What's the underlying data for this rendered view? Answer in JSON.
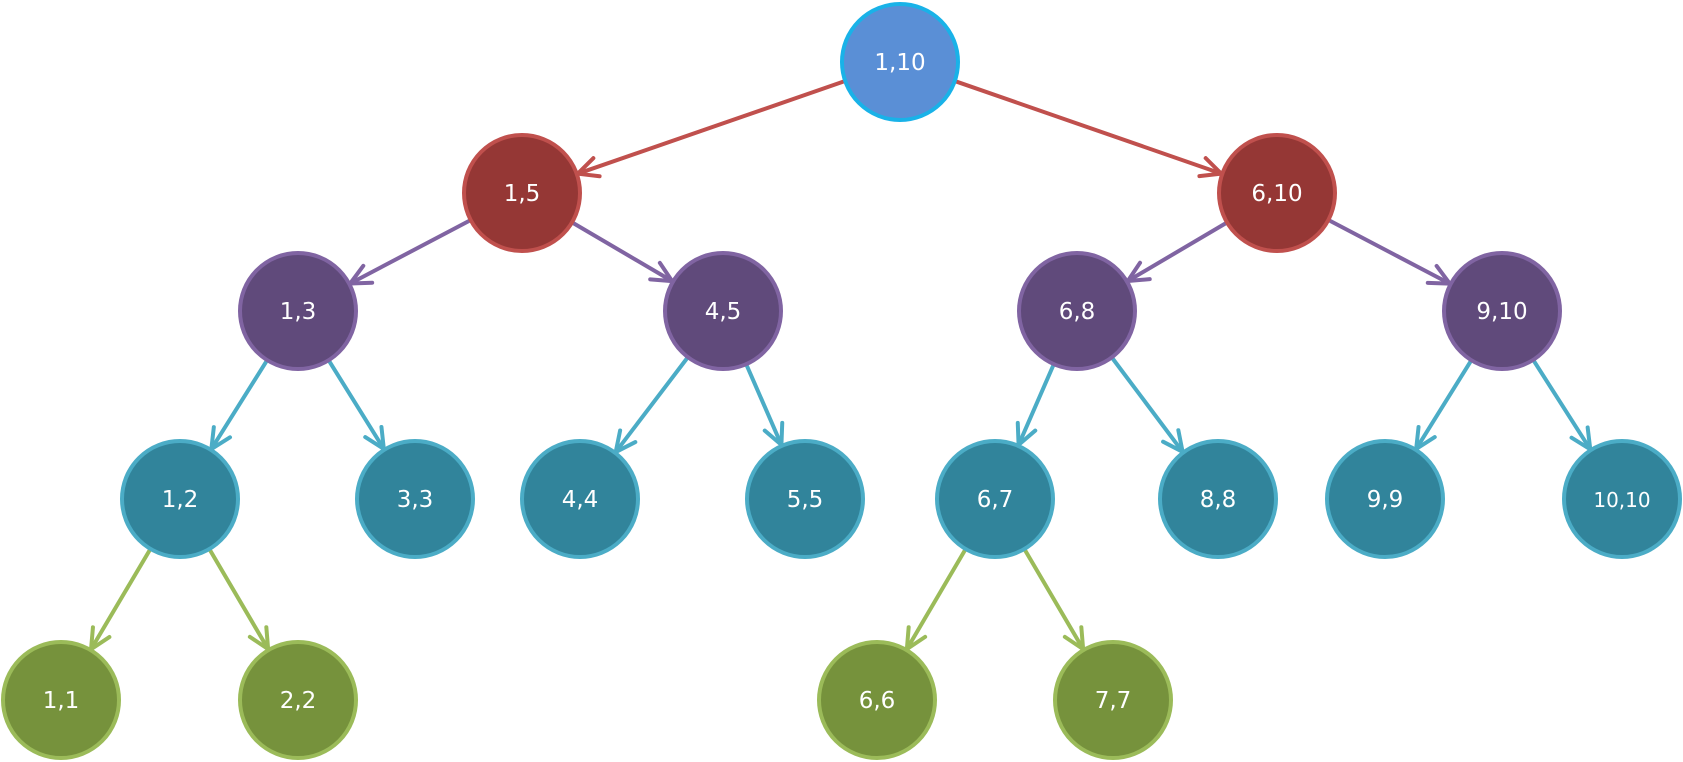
{
  "palette": {
    "root": {
      "fill": "#5a8fd6",
      "stroke": "#19b2e8"
    },
    "level1": {
      "fill": "#953735",
      "stroke": "#c0504d"
    },
    "level2": {
      "fill": "#604a7b",
      "stroke": "#8064a2"
    },
    "level3": {
      "fill": "#31849b",
      "stroke": "#4bacc6"
    },
    "level4": {
      "fill": "#76923c",
      "stroke": "#9bbb59"
    },
    "edge1": "#c0504d",
    "edge2": "#8064a2",
    "edge3": "#4bacc6",
    "edge4": "#9bbb59"
  },
  "nodes": [
    {
      "id": "n1_10",
      "label": "1,10",
      "level": "root"
    },
    {
      "id": "n1_5",
      "label": "1,5",
      "level": "level1"
    },
    {
      "id": "n6_10",
      "label": "6,10",
      "level": "level1"
    },
    {
      "id": "n1_3",
      "label": "1,3",
      "level": "level2"
    },
    {
      "id": "n4_5",
      "label": "4,5",
      "level": "level2"
    },
    {
      "id": "n6_8",
      "label": "6,8",
      "level": "level2"
    },
    {
      "id": "n9_10",
      "label": "9,10",
      "level": "level2"
    },
    {
      "id": "n1_2",
      "label": "1,2",
      "level": "level3"
    },
    {
      "id": "n3_3",
      "label": "3,3",
      "level": "level3"
    },
    {
      "id": "n4_4",
      "label": "4,4",
      "level": "level3"
    },
    {
      "id": "n5_5",
      "label": "5,5",
      "level": "level3"
    },
    {
      "id": "n6_7",
      "label": "6,7",
      "level": "level3"
    },
    {
      "id": "n8_8",
      "label": "8,8",
      "level": "level3"
    },
    {
      "id": "n9_9",
      "label": "9,9",
      "level": "level3"
    },
    {
      "id": "n10_10",
      "label": "10,10",
      "level": "level3"
    },
    {
      "id": "n1_1",
      "label": "1,1",
      "level": "level4"
    },
    {
      "id": "n2_2",
      "label": "2,2",
      "level": "level4"
    },
    {
      "id": "n6_6",
      "label": "6,6",
      "level": "level4"
    },
    {
      "id": "n7_7",
      "label": "7,7",
      "level": "level4"
    }
  ],
  "edges": [
    {
      "from": "n1_10",
      "to": "n1_5",
      "color": "edge1"
    },
    {
      "from": "n1_10",
      "to": "n6_10",
      "color": "edge1"
    },
    {
      "from": "n1_5",
      "to": "n1_3",
      "color": "edge2"
    },
    {
      "from": "n1_5",
      "to": "n4_5",
      "color": "edge2"
    },
    {
      "from": "n6_10",
      "to": "n6_8",
      "color": "edge2"
    },
    {
      "from": "n6_10",
      "to": "n9_10",
      "color": "edge2"
    },
    {
      "from": "n1_3",
      "to": "n1_2",
      "color": "edge3"
    },
    {
      "from": "n1_3",
      "to": "n3_3",
      "color": "edge3"
    },
    {
      "from": "n4_5",
      "to": "n4_4",
      "color": "edge3"
    },
    {
      "from": "n4_5",
      "to": "n5_5",
      "color": "edge3"
    },
    {
      "from": "n6_8",
      "to": "n6_7",
      "color": "edge3"
    },
    {
      "from": "n6_8",
      "to": "n8_8",
      "color": "edge3"
    },
    {
      "from": "n9_10",
      "to": "n9_9",
      "color": "edge3"
    },
    {
      "from": "n9_10",
      "to": "n10_10",
      "color": "edge3"
    },
    {
      "from": "n1_2",
      "to": "n1_1",
      "color": "edge4"
    },
    {
      "from": "n1_2",
      "to": "n2_2",
      "color": "edge4"
    },
    {
      "from": "n6_7",
      "to": "n6_6",
      "color": "edge4"
    },
    {
      "from": "n6_7",
      "to": "n7_7",
      "color": "edge4"
    }
  ]
}
